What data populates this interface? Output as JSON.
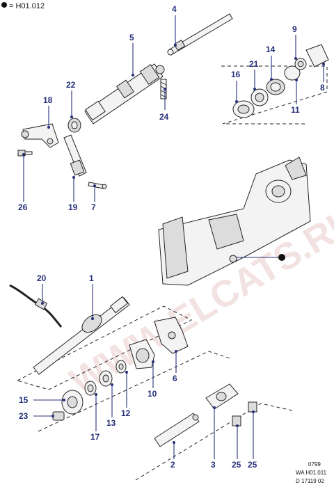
{
  "header": {
    "ref_code": "= H01.012"
  },
  "watermark": {
    "text": "WWW.ELCATS.RU"
  },
  "callouts": [
    {
      "label": "1"
    },
    {
      "label": "2"
    },
    {
      "label": "3"
    },
    {
      "label": "4"
    },
    {
      "label": "5"
    },
    {
      "label": "6"
    },
    {
      "label": "7"
    },
    {
      "label": "8"
    },
    {
      "label": "9"
    },
    {
      "label": "10"
    },
    {
      "label": "11"
    },
    {
      "label": "12"
    },
    {
      "label": "13"
    },
    {
      "label": "14"
    },
    {
      "label": "15"
    },
    {
      "label": "16"
    },
    {
      "label": "17"
    },
    {
      "label": "18"
    },
    {
      "label": "19"
    },
    {
      "label": "20"
    },
    {
      "label": "21"
    },
    {
      "label": "22"
    },
    {
      "label": "23"
    },
    {
      "label": "24"
    },
    {
      "label": "25"
    },
    {
      "label": "25"
    },
    {
      "label": "26"
    }
  ],
  "footer": {
    "date_code": "0799",
    "wa_code": "WA H01.011",
    "doc_code": "D 17119 02"
  }
}
